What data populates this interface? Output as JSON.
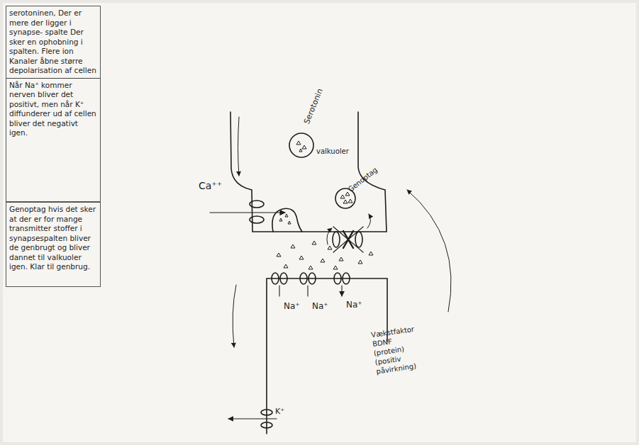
{
  "diagram": {
    "nodes": [
      {
        "text": [
          "serotoninen, Der er mere der ligger i synapse- spalte Der sker en ophobning i spalten. Flere ion Kanaler åbne større depolarisation af cellen",
          "Når Na⁺ kommer nerven bliver det positivt, men når K⁺ diffunderer ud af cellen bliver det negativt igen."
        ]
      },
      {
        "text": [
          "Genoptag hvis det sker at der er for mange transmitter stoffer i synapsespalten bliver de genbrugt og bliver dannet til valkuoler igen. Klar til genbrug."
        ]
      }
    ],
    "labels": [
      "Ca⁺⁺",
      "Serotonin",
      "valkuoler",
      "Genoptag",
      "Na⁺",
      "Na⁺",
      "Na⁺",
      "K⁺",
      "Vækstfaktor BDNF (protein) (positiv påvirkning)"
    ]
  }
}
